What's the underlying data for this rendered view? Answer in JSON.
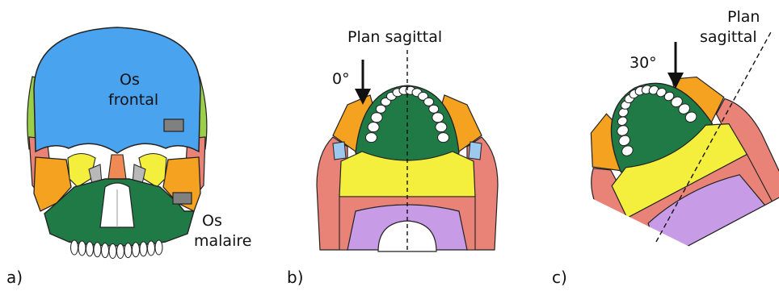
{
  "labels": {
    "panel_a": "a)",
    "panel_b": "b)",
    "panel_c": "c)",
    "frontal_line1": "Os",
    "frontal_line2": "frontal",
    "malaire_line1": "Os",
    "malaire_line2": "malaire",
    "plan_b": "Plan sagittal",
    "angle_b": "0°",
    "angle_c": "30°",
    "plan_c_line1": "Plan",
    "plan_c_line2": "sagittal"
  },
  "colors": {
    "frontal": "#4aa3ef",
    "green_lateral": "#9ccf49",
    "salmon": "#e98377",
    "orange": "#f4a21f",
    "yellow": "#f4ee3d",
    "dark_green": "#1f7a45",
    "purple": "#c79be6",
    "gray_marker": "#808080",
    "teeth": "#ffffff",
    "outline": "#222222",
    "light_blue": "#9ec9ee"
  },
  "icons": {
    "arrow_b": "down-arrow-icon",
    "arrow_c": "down-arrow-icon"
  }
}
